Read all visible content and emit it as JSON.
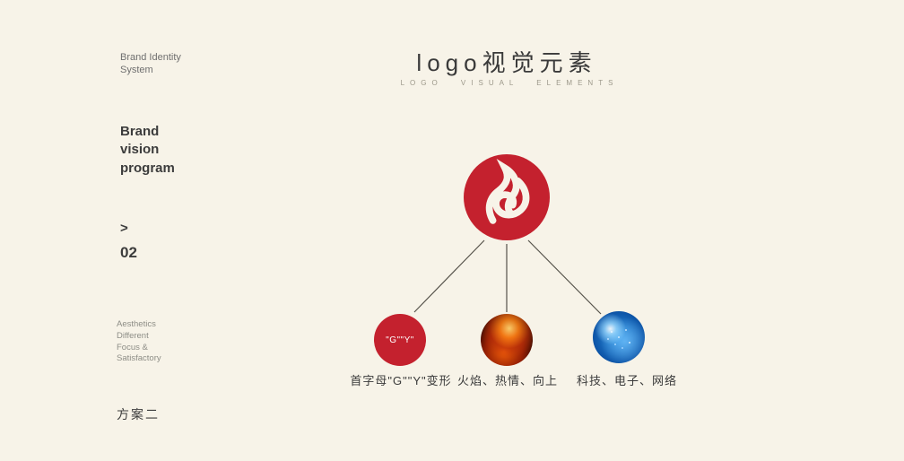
{
  "colors": {
    "background": "#f7f3e8",
    "accent_red": "#c4212e",
    "tech_blue": "#0d55a8",
    "text_dark": "#3c3c3c",
    "text_gray": "#8d8d86"
  },
  "sidebar": {
    "system_label": "Brand Identity\nSystem",
    "heading": "Brand\nvision\nprogram",
    "chevron": ">",
    "section_number": "02",
    "tagline": "Aesthetics\nDifferent\nFocus &\nSatisfactory",
    "scheme": "方案二"
  },
  "header": {
    "title": "logo视觉元素",
    "subtitle": "LOGO VISUAL ELEMENTS"
  },
  "diagram": {
    "nodes": [
      {
        "circle_text": "\"G\"\"Y\"",
        "label": "首字母\"G\"\"Y\"变形"
      },
      {
        "circle_text": "",
        "label": "火焰、热情、向上"
      },
      {
        "circle_text": "",
        "label": "科技、电子、网络"
      }
    ]
  }
}
